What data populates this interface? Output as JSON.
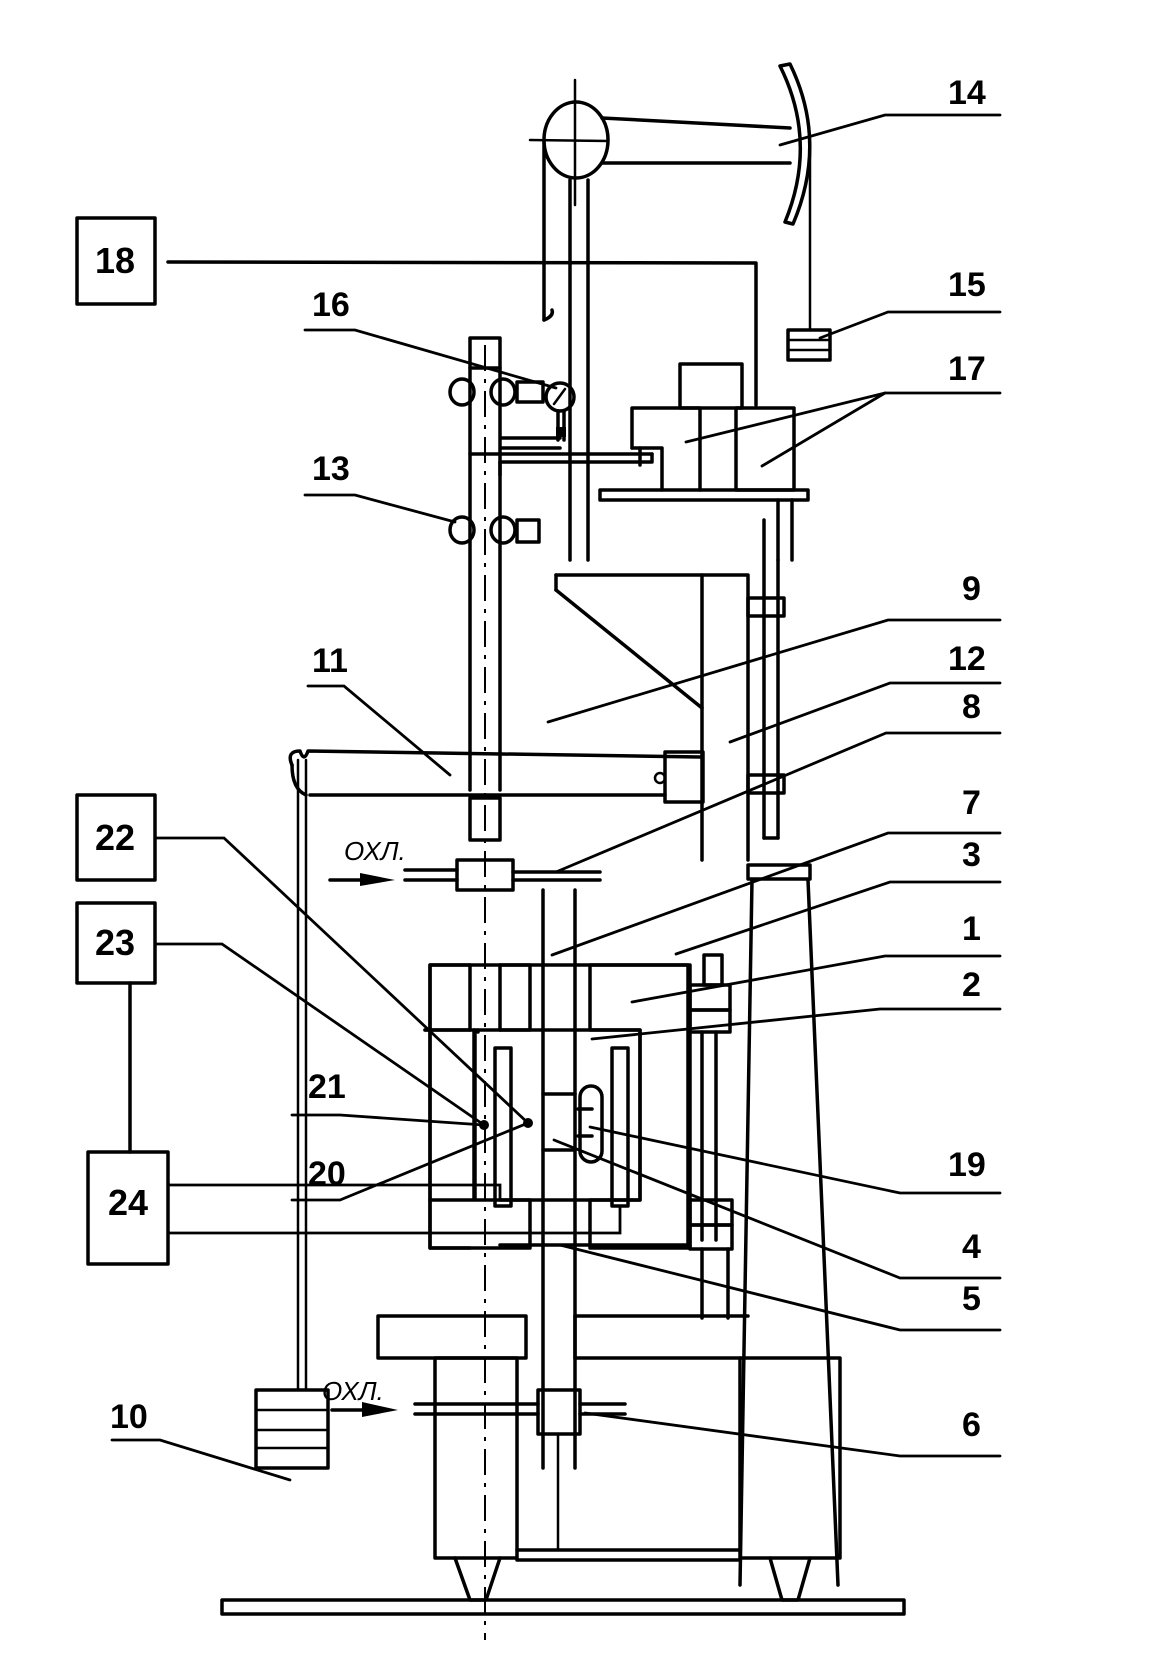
{
  "diagram": {
    "type": "technical schematic",
    "colors": {
      "ink": "#000000",
      "background": "#ffffff"
    },
    "blocks": [
      {
        "id": "18",
        "label": "18"
      },
      {
        "id": "22",
        "label": "22"
      },
      {
        "id": "23",
        "label": "23"
      },
      {
        "id": "24",
        "label": "24"
      }
    ],
    "callouts": [
      "1",
      "2",
      "3",
      "4",
      "5",
      "6",
      "7",
      "8",
      "9",
      "10",
      "11",
      "12",
      "13",
      "14",
      "15",
      "16",
      "17",
      "19",
      "20",
      "21"
    ],
    "labels": {
      "l1": "1",
      "l2": "2",
      "l3": "3",
      "l4": "4",
      "l5": "5",
      "l6": "6",
      "l7": "7",
      "l8": "8",
      "l9": "9",
      "l10": "10",
      "l11": "11",
      "l12": "12",
      "l13": "13",
      "l14": "14",
      "l15": "15",
      "l16": "16",
      "l17": "17",
      "l19": "19",
      "l20": "20",
      "l21": "21",
      "b18": "18",
      "b22": "22",
      "b23": "23",
      "b24": "24"
    },
    "coolant_labels": {
      "top": "ОХЛ.",
      "bottom": "ОХЛ."
    }
  }
}
